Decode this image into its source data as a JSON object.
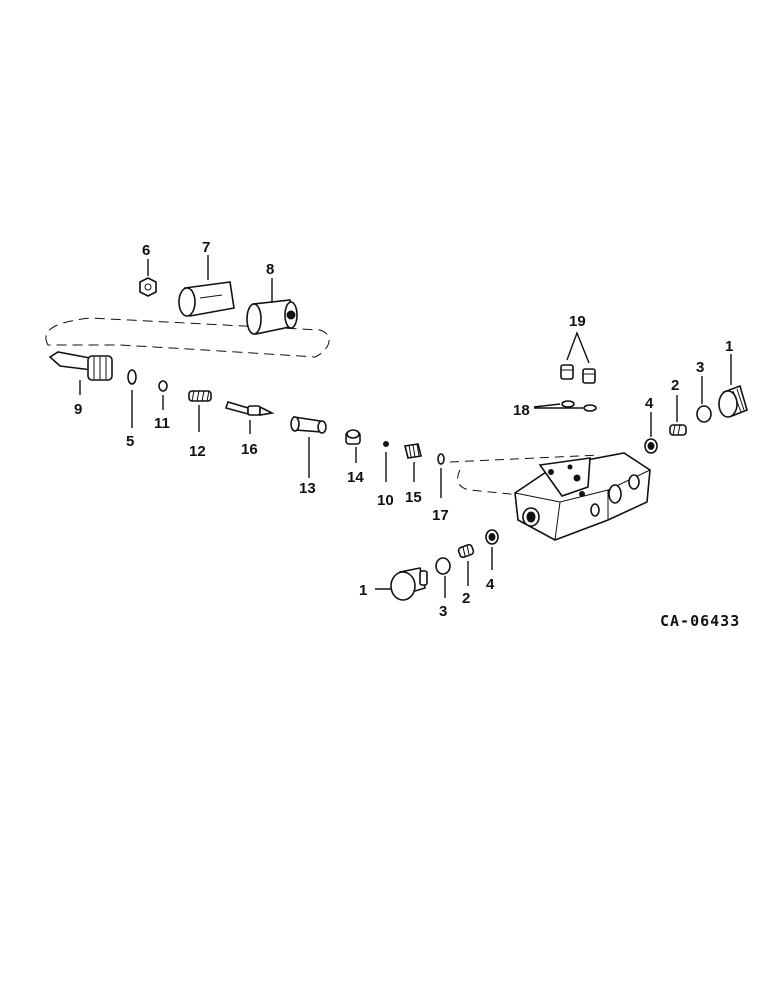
{
  "figure_code": "CA-06433",
  "callouts": {
    "c1a": "1",
    "c1b": "1",
    "c2a": "2",
    "c2b": "2",
    "c3a": "3",
    "c3b": "3",
    "c4a": "4",
    "c4b": "4",
    "c5": "5",
    "c6": "6",
    "c7": "7",
    "c8": "8",
    "c9": "9",
    "c10": "10",
    "c11": "11",
    "c12": "12",
    "c13": "13",
    "c14": "14",
    "c15": "15",
    "c16": "16",
    "c17": "17",
    "c18": "18",
    "c19": "19"
  }
}
